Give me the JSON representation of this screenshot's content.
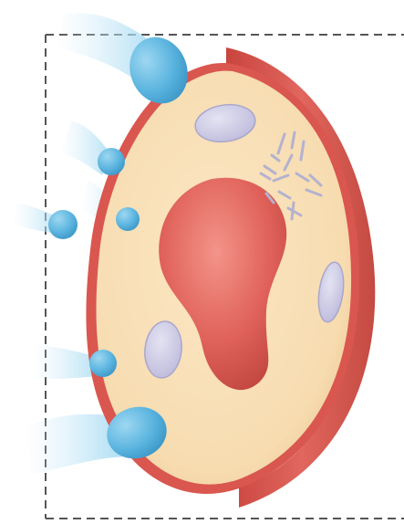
{
  "figure": {
    "subject": "cell-illustration",
    "colors": {
      "background": "#ffffff",
      "frame": "#555555",
      "cell_wall": "#d9574f",
      "cell_wall_dark": "#b9423c",
      "cytoplasm": "#f8ddb1",
      "cytoplasm_edge": "#eac893",
      "nucleus": "#d9534b",
      "nucleus_light": "#f08478",
      "vacuole": "#cfcde6",
      "vacuole_edge": "#a9a6cc",
      "filament": "#b8b7d2",
      "droplet": "#5eb8e2",
      "droplet_dark": "#3c9acb",
      "spray": "#a9dcf3"
    },
    "icons": [
      "cell-wall",
      "cytoplasm",
      "nucleus",
      "vacuole",
      "filament-cluster",
      "droplet",
      "spray-trail"
    ]
  }
}
